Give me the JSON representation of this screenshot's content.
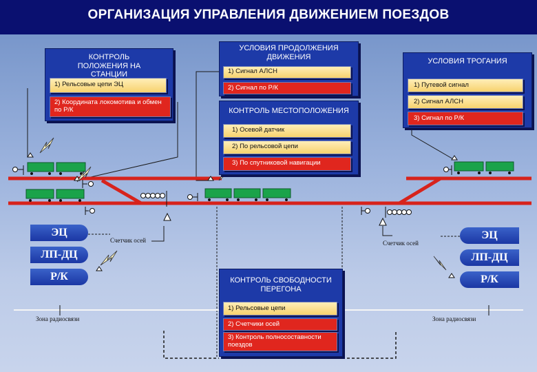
{
  "title": "ОРГАНИЗАЦИЯ УПРАВЛЕНИЯ ДВИЖЕНИЕМ ПОЕЗДОВ",
  "station_control": {
    "header": "КОНТРОЛЬ ПОЛОЖЕНИЯ НА СТАНЦИИ",
    "items": [
      "1) Рельсовые цепи ЭЦ",
      "2) Координата локомотива и обмен по Р/К"
    ]
  },
  "continuation": {
    "header": "УСЛОВИЯ ПРОДОЛЖЕНИЯ ДВИЖЕНИЯ",
    "items": [
      "1) Сигнал АЛСН",
      "2) Сигнал по Р/К"
    ]
  },
  "location": {
    "header": "КОНТРОЛЬ МЕСТОПОЛОЖЕНИЯ",
    "items": [
      "1) Осевой датчик",
      "2) По рельсовой цепи",
      "3) По спутниковой навигации"
    ]
  },
  "start": {
    "header": "УСЛОВИЯ ТРОГАНИЯ",
    "items": [
      "1) Путевой сигнал",
      "2) Сигнал АЛСН",
      "3) Сигнал по Р/К"
    ]
  },
  "freedom": {
    "header": "КОНТРОЛЬ СВОБОДНОСТИ ПЕРЕГОНА",
    "items": [
      "1) Рельсовые цепи",
      "2) Счетчики осей",
      "3) Контроль полносоставности поездов"
    ]
  },
  "left_systems": [
    "ЭЦ",
    "ЛП-ДЦ",
    "Р/К"
  ],
  "right_systems": [
    "ЭЦ",
    "ЛП-ДЦ",
    "Р/К"
  ],
  "axle_counter_left": "Счетчик осей",
  "axle_counter_right": "Счетчик осей",
  "radio_zone_left": "Зона радиосвязи",
  "radio_zone_right": "Зона радиосвязи",
  "colors": {
    "title_bg": "#0a1070",
    "box_bg": "#1d3aa8",
    "rail": "#d7231c",
    "train": "#1aa34a",
    "yellow": "#f7d26e",
    "red": "#e0261e"
  }
}
